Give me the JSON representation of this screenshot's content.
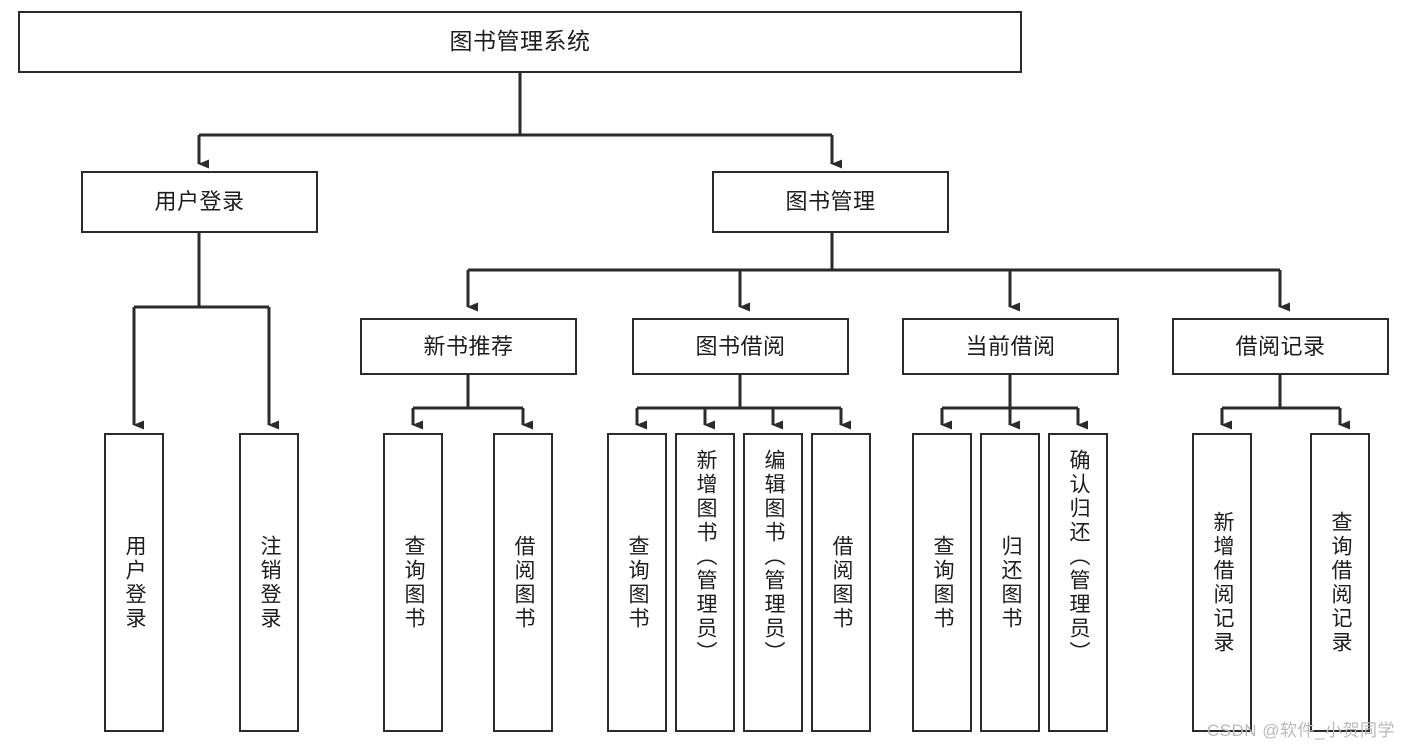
{
  "diagram": {
    "type": "tree",
    "title": "图书管理系统",
    "root": {
      "label": "图书管理系统"
    },
    "level1": [
      {
        "label": "用户登录"
      },
      {
        "label": "图书管理"
      }
    ],
    "level2": [
      {
        "label": "新书推荐"
      },
      {
        "label": "图书借阅"
      },
      {
        "label": "当前借阅"
      },
      {
        "label": "借阅记录"
      }
    ],
    "leaves": {
      "user_login": [
        {
          "label": "用户登录"
        },
        {
          "label": "注销登录"
        }
      ],
      "new_book": [
        {
          "label": "查询图书"
        },
        {
          "label": "借阅图书"
        }
      ],
      "book_borrow": [
        {
          "label": "查询图书"
        },
        {
          "label": "新增图书（管理员）"
        },
        {
          "label": "编辑图书（管理员）"
        },
        {
          "label": "借阅图书"
        }
      ],
      "current_borrow": [
        {
          "label": "查询图书"
        },
        {
          "label": "归还图书"
        },
        {
          "label": "确认归还（管理员）"
        }
      ],
      "borrow_record": [
        {
          "label": "新增借阅记录"
        },
        {
          "label": "查询借阅记录"
        }
      ]
    }
  },
  "watermark": {
    "text": "CSDN @软件_小贺同学"
  },
  "colors": {
    "border": "#2b2b2b",
    "background": "#ffffff",
    "text": "#1d1d1d",
    "watermark": "#b9b9b9"
  }
}
